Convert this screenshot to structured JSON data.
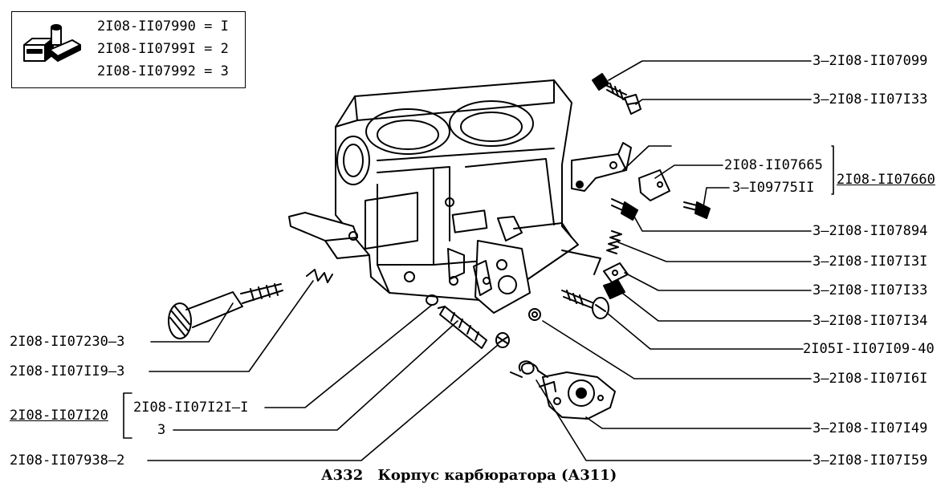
{
  "legend": {
    "rows": [
      {
        "code": "2I08-II07990",
        "sep": "=",
        "num": "I"
      },
      {
        "code": "2I08-II0799I",
        "sep": "=",
        "num": "2"
      },
      {
        "code": "2I08-II07992",
        "sep": "=",
        "num": "3"
      }
    ]
  },
  "caption": {
    "code": "А332",
    "title": "Корпус карбюратора (А311)"
  },
  "right_callouts": [
    {
      "qty": "3",
      "code": "2I08-II07099"
    },
    {
      "qty": "3",
      "code": "2I08-II07I33"
    },
    {
      "qty": "3",
      "code": "2I08-II07894"
    },
    {
      "qty": "3",
      "code": "2I08-II07I3I"
    },
    {
      "qty": "3",
      "code": "2I08-II07I33"
    },
    {
      "qty": "3",
      "code": "2I08-II07I34"
    },
    {
      "qty": "",
      "code": "2I05I-II07I09-40"
    },
    {
      "qty": "3",
      "code": "2I08-II07I6I"
    },
    {
      "qty": "3",
      "code": "2I08-II07I49"
    },
    {
      "qty": "3",
      "code": "2I08-II07I59"
    }
  ],
  "bracket_group": {
    "assembly": "2I08-II07660",
    "parts": [
      {
        "qty": "",
        "code": "2I08-II07665"
      },
      {
        "qty": "3",
        "code": "I09775II"
      }
    ]
  },
  "left_callouts": [
    {
      "qty": "3",
      "code": "2I08-II07230"
    },
    {
      "qty": "3",
      "code": "2I08-II07II9"
    },
    {
      "qty": "2",
      "code": "2I08-II07938"
    }
  ],
  "screw_group": {
    "assembly": "2I08-II07I20",
    "parts": [
      {
        "qty": "I",
        "code": "2I08-II07I2I"
      },
      {
        "qty": "3",
        "code": ""
      }
    ]
  }
}
